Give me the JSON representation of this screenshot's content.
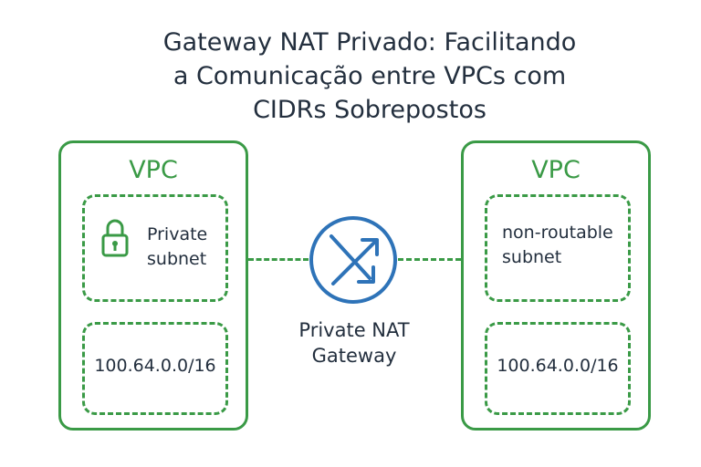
{
  "title": {
    "line1": "Gateway NAT Privado: Facilitando",
    "line2": "a Comunicação entre VPCs com",
    "line3": "CIDRs Sobrepostos"
  },
  "vpc_left": {
    "label": "VPC",
    "subnet_top": {
      "line1": "Private",
      "line2": "subnet",
      "icon": "lock-icon"
    },
    "subnet_bottom": {
      "cidr": "100.64.0.0/16"
    }
  },
  "vpc_right": {
    "label": "VPC",
    "subnet_top": {
      "line1": "non-routable",
      "line2": "subnet"
    },
    "subnet_bottom": {
      "cidr": "100.64.0.0/16"
    }
  },
  "nat_gateway": {
    "line1": "Private NAT",
    "line2": "Gateway",
    "icon": "nat-gateway-icon"
  },
  "colors": {
    "vpc_green": "#3a9a46",
    "nat_blue": "#2e73b8",
    "text": "#232f3e"
  }
}
